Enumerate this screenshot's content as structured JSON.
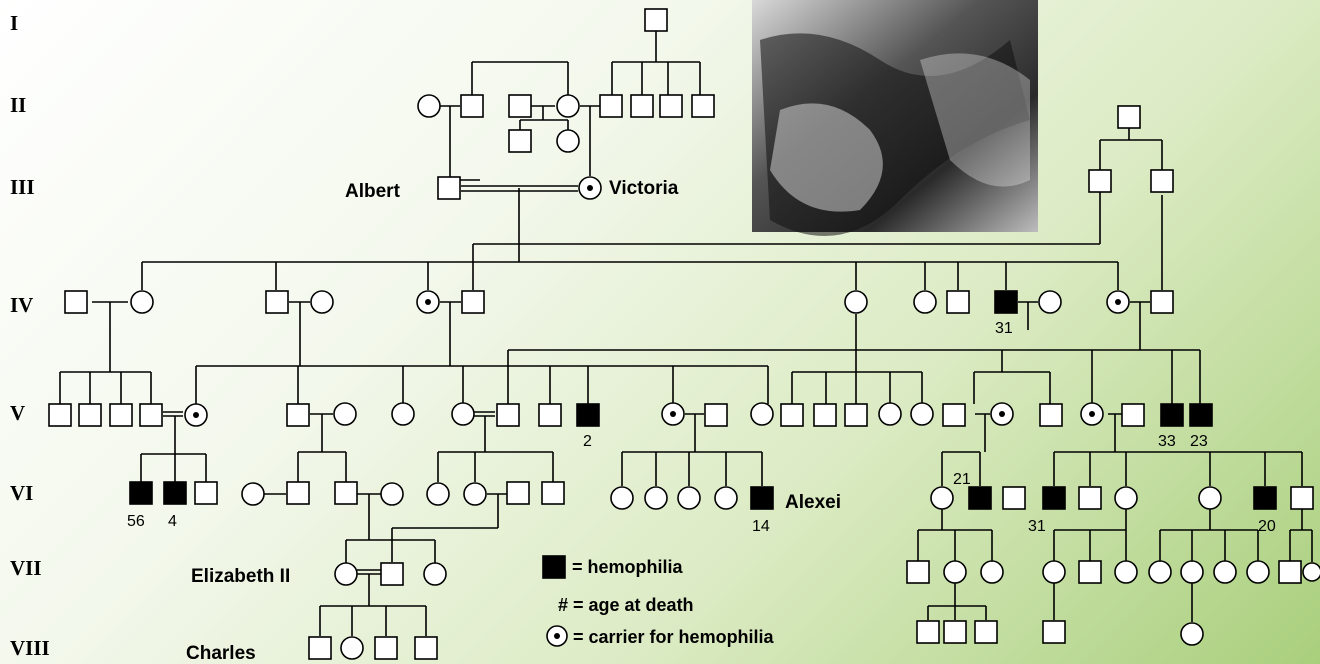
{
  "generations": [
    "I",
    "II",
    "III",
    "IV",
    "V",
    "VI",
    "VII",
    "VIII"
  ],
  "names": {
    "albert": "Albert",
    "victoria": "Victoria",
    "alexei": "Alexei",
    "elizabeth": "Elizabeth II",
    "charles": "Charles"
  },
  "ages": {
    "iv_affected": "31",
    "v_affected": "2",
    "v_affected_a": "33",
    "v_affected_b": "23",
    "vi_affected_a": "56",
    "vi_affected_b": "4",
    "alexei": "14",
    "vi_affected_c": "21",
    "vi_affected_d": "31",
    "vi_affected_e": "20"
  },
  "legend": {
    "hemophilia": "= hemophilia",
    "age_at_death": "# = age at death",
    "carrier": "= carrier for hemophilia"
  },
  "colors": {
    "affected": "#000000",
    "background_start": "#ffffff",
    "background_end": "#a9cf7c"
  }
}
